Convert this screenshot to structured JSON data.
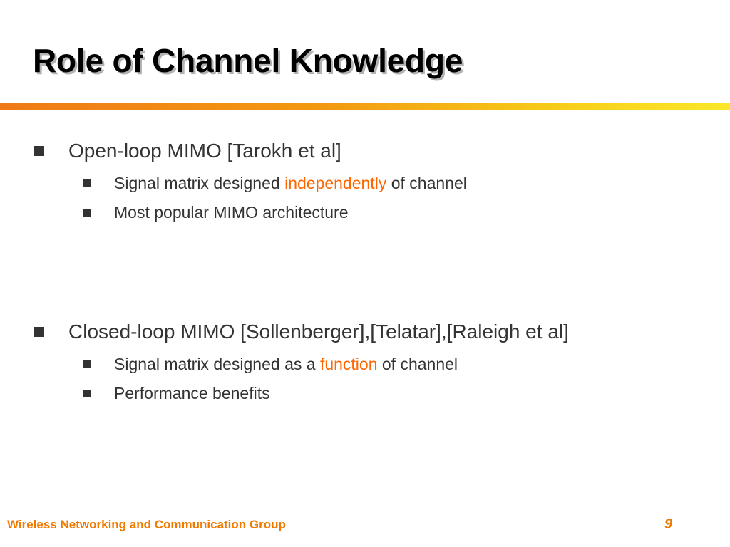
{
  "slide": {
    "title": "Role of Channel Knowledge",
    "sections": [
      {
        "heading": "Open-loop MIMO [Tarokh et al]",
        "items": [
          {
            "before": "Signal matrix designed ",
            "highlight": "independently",
            "after": " of channel"
          },
          {
            "text": "Most popular MIMO architecture"
          }
        ]
      },
      {
        "heading": "Closed-loop MIMO [Sollenberger],[Telatar],[Raleigh et al]",
        "items": [
          {
            "before": "Signal matrix designed as a ",
            "highlight": "function",
            "after": " of channel"
          },
          {
            "text": "Performance benefits"
          }
        ]
      }
    ],
    "footer": "Wireless Networking and Communication Group",
    "page_number": "9"
  },
  "colors": {
    "highlight": "#ff6600",
    "footer": "#f07a00",
    "rule_start": "#f07a16",
    "rule_end": "#fbe72a"
  }
}
